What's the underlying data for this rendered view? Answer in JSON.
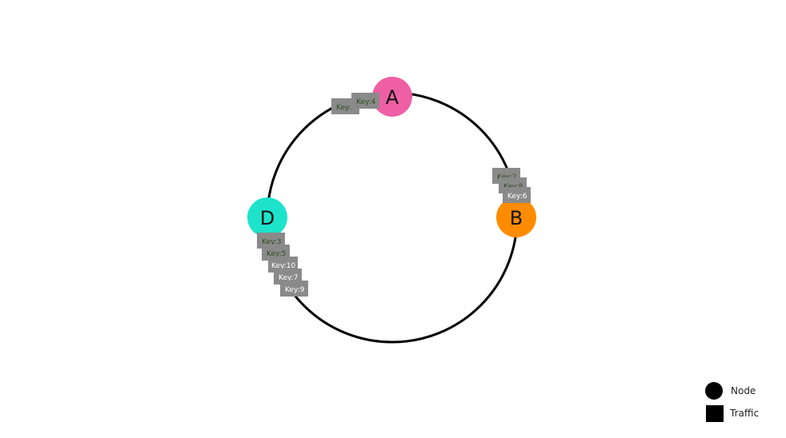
{
  "ring": {
    "color": "#000000"
  },
  "nodes": [
    {
      "id": "A",
      "label": "A",
      "color": "#ee5fa4"
    },
    {
      "id": "B",
      "label": "B",
      "color": "#ff8c00"
    },
    {
      "id": "D",
      "label": "D",
      "color": "#1de3cb"
    }
  ],
  "traffic_groups": [
    {
      "node": "A",
      "keys": [
        {
          "label": "Key:",
          "text_color": "#2d4f1e"
        },
        {
          "label": "Key:4",
          "text_color": "#2d4f1e"
        }
      ]
    },
    {
      "node": "B",
      "keys": [
        {
          "label": "Key:2",
          "text_color": "#2d4f1e"
        },
        {
          "label": "Key:8",
          "text_color": "#2d4f1e"
        },
        {
          "label": "Key:6",
          "text_color": "#ffffff"
        }
      ]
    },
    {
      "node": "D",
      "keys": [
        {
          "label": "Key:3",
          "text_color": "#2d4f1e"
        },
        {
          "label": "Key:5",
          "text_color": "#2d4f1e"
        },
        {
          "label": "Key:10",
          "text_color": "#ffffff"
        },
        {
          "label": "Key:7",
          "text_color": "#ffffff"
        },
        {
          "label": "Key:9",
          "text_color": "#ffffff"
        }
      ]
    }
  ],
  "traffic_box_color": "#8a8a8a",
  "legend": {
    "node_label": "Node",
    "traffic_label": "Traffic",
    "node_icon": "circle-icon",
    "traffic_icon": "square-icon"
  }
}
